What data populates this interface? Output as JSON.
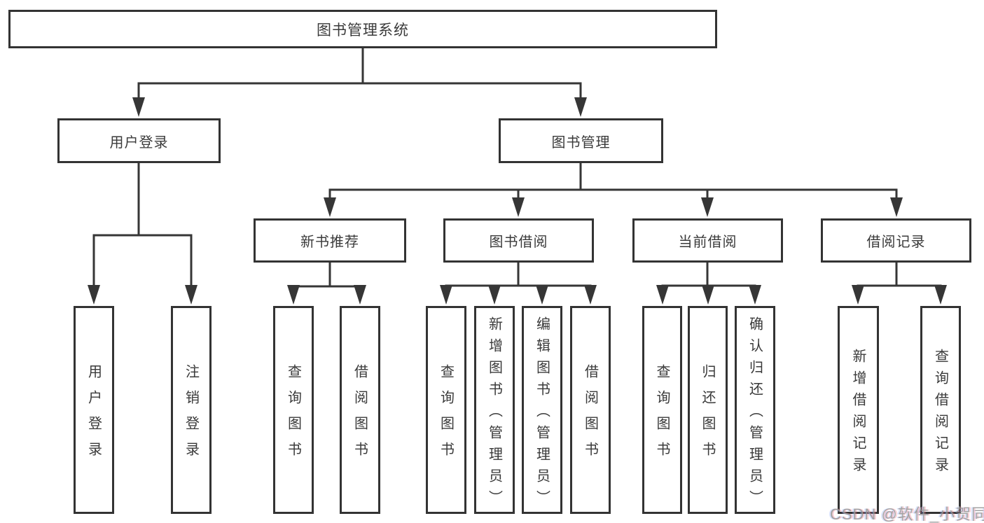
{
  "diagram": {
    "root": {
      "label": "图书管理系统",
      "children": [
        {
          "label": "用户登录",
          "children": [
            {
              "label": "用户登录"
            },
            {
              "label": "注销登录"
            }
          ]
        },
        {
          "label": "图书管理",
          "children": [
            {
              "label": "新书推荐",
              "children": [
                {
                  "label": "查询图书"
                },
                {
                  "label": "借阅图书"
                }
              ]
            },
            {
              "label": "图书借阅",
              "children": [
                {
                  "label": "查询图书"
                },
                {
                  "label": "新增图书（管理员）"
                },
                {
                  "label": "编辑图书（管理员）"
                },
                {
                  "label": "借阅图书"
                }
              ]
            },
            {
              "label": "当前借阅",
              "children": [
                {
                  "label": "查询图书"
                },
                {
                  "label": "归还图书"
                },
                {
                  "label": "确认归还（管理员）"
                }
              ]
            },
            {
              "label": "借阅记录",
              "children": [
                {
                  "label": "新增借阅记录"
                },
                {
                  "label": "查询借阅记录"
                }
              ]
            }
          ]
        }
      ]
    }
  },
  "watermark": {
    "text": "CSDN @软件_小贺同学"
  },
  "colors": {
    "line": "#363636",
    "box_border": "#333333",
    "text": "#3a3a3a",
    "watermark": "#9a9a9a",
    "background": "#ffffff"
  }
}
